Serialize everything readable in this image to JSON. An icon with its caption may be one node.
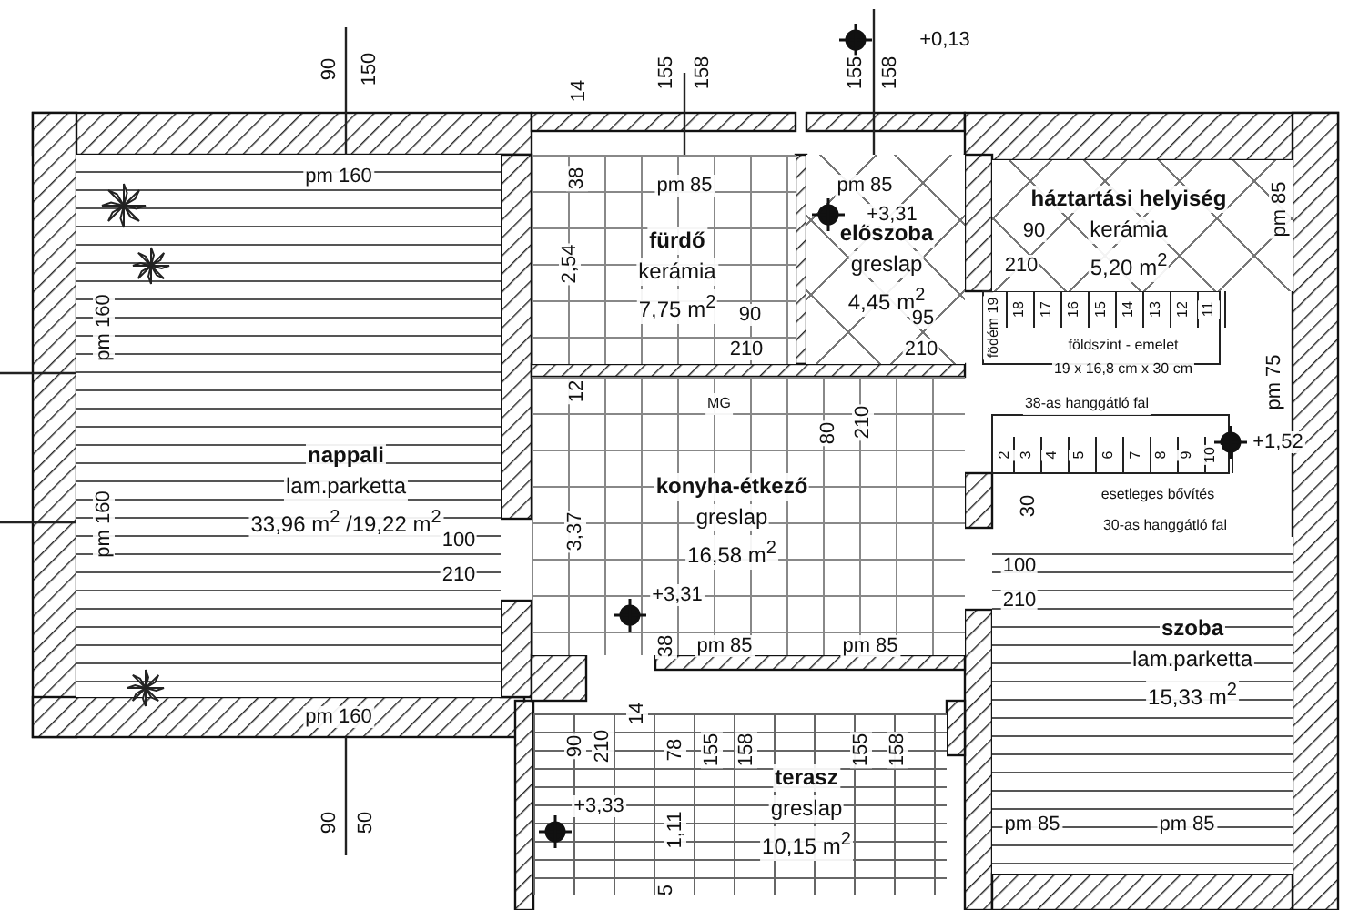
{
  "diagram": {
    "nodes": [
      {
        "text": [
          "nappali",
          "lam.parketta",
          "33,96 m$^{2}$ /19,22 m$^{2}$"
        ]
      },
      {
        "text": [
          "fürdő",
          "kerámia",
          "7,75 m$^{2}$"
        ]
      },
      {
        "text": [
          "előszoba",
          "greslap",
          "4,45 m$^{2}$"
        ]
      },
      {
        "text": [
          "háztartási helyiség",
          "kerámia",
          "5,20 m$^{2}$"
        ]
      },
      {
        "text": [
          "konyha-étkező",
          "greslap",
          "16,58 m$^{2}$"
        ]
      },
      {
        "text": [
          "szoba",
          "lam.parketta",
          "15,33 m$^{2}$"
        ]
      },
      {
        "text": [
          "terasz",
          "greslap",
          "10,15 m$^{2}$"
        ]
      }
    ],
    "edges": [],
    "labels": [
      "90",
      "150",
      "14",
      "155",
      "158",
      "155",
      "158",
      "+0,13",
      "pm 160",
      "38",
      "pm 85",
      "pm 85",
      "+3,31",
      "2,54",
      "90",
      "210",
      "95",
      "210",
      "90",
      "210",
      "pm 85",
      "födém 19",
      "18",
      "17",
      "16",
      "15",
      "14",
      "13",
      "12",
      "11",
      "földszint - emelet",
      "19 x 16,8 cm x 30 cm",
      "38-as hanggátló fal",
      "pm 75",
      "+1,52",
      "pm 160",
      "12",
      "MG",
      "80",
      "210",
      "2",
      "3",
      "4",
      "5",
      "6",
      "7",
      "8",
      "9",
      "10",
      "3,37",
      "30",
      "esetleges bővítés",
      "30-as hanggátló fal",
      "pm 160",
      "100",
      "210",
      "100",
      "+3,31",
      "210",
      "38",
      "pm 85",
      "pm 85",
      "pm 160",
      "90",
      "210",
      "14",
      "78",
      "155",
      "158",
      "155",
      "158",
      "+3,33",
      "1,11",
      "90",
      "50",
      "pm 85",
      "pm 85",
      "5"
    ]
  }
}
